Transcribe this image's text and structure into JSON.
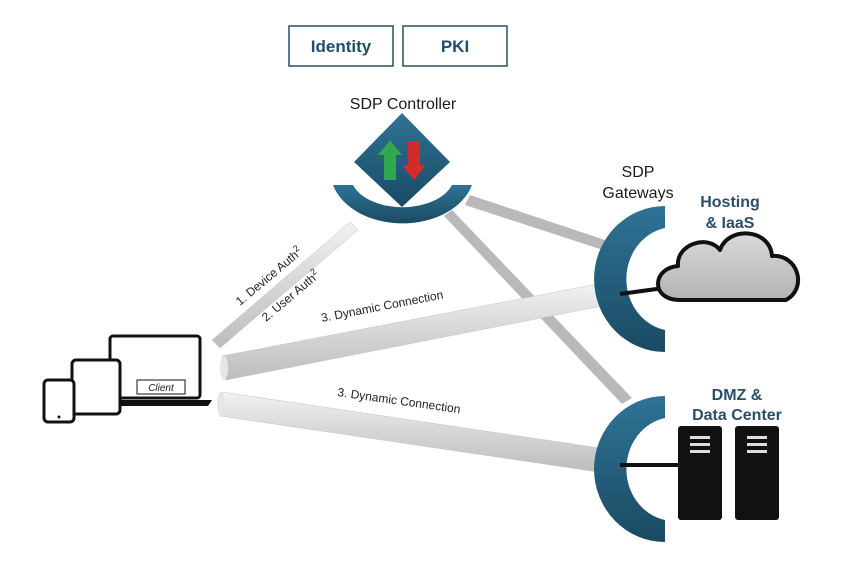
{
  "top_boxes": {
    "identity": "Identity",
    "pki": "PKI"
  },
  "controller": {
    "label": "SDP Controller"
  },
  "gateways": {
    "line1": "SDP",
    "line2": "Gateways"
  },
  "hosting": {
    "line1": "Hosting",
    "line2": "& IaaS"
  },
  "dmz": {
    "line1": "DMZ &",
    "line2": "Data Center"
  },
  "client": {
    "label": "Client"
  },
  "connections": {
    "device_auth": "1. Device Auth",
    "device_auth_sup": "2",
    "user_auth": "2. User Auth",
    "user_auth_sup": "2",
    "dynamic_upper": "3. Dynamic Connection",
    "dynamic_lower": "3. Dynamic Connection"
  },
  "colors": {
    "teal": "#1e5a78",
    "arrow_up": "#2fa84f",
    "arrow_down": "#d42a2a",
    "pipe": "#d4d4d4",
    "server": "#111111",
    "cloud": "#c9c9c9"
  }
}
